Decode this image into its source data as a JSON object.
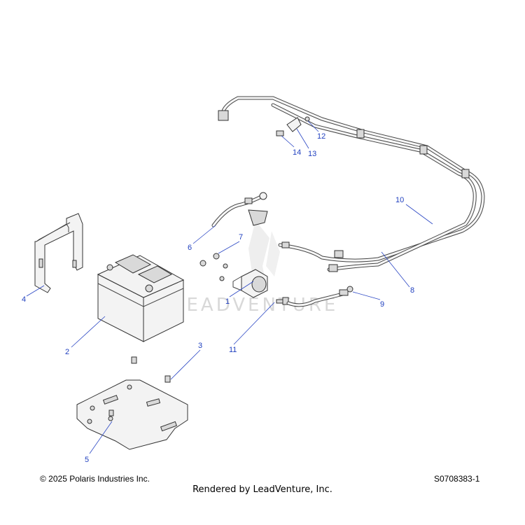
{
  "callouts": [
    "1",
    "2",
    "3",
    "4",
    "5",
    "6",
    "7",
    "8",
    "9",
    "10",
    "11",
    "12",
    "13",
    "14"
  ],
  "watermark": "LEADVENTURE",
  "footer": {
    "copyright": "© 2025 Polaris Industries Inc.",
    "diagram_id": "S0708383-1",
    "rendered_by": "Rendered by LeadVenture, Inc."
  }
}
